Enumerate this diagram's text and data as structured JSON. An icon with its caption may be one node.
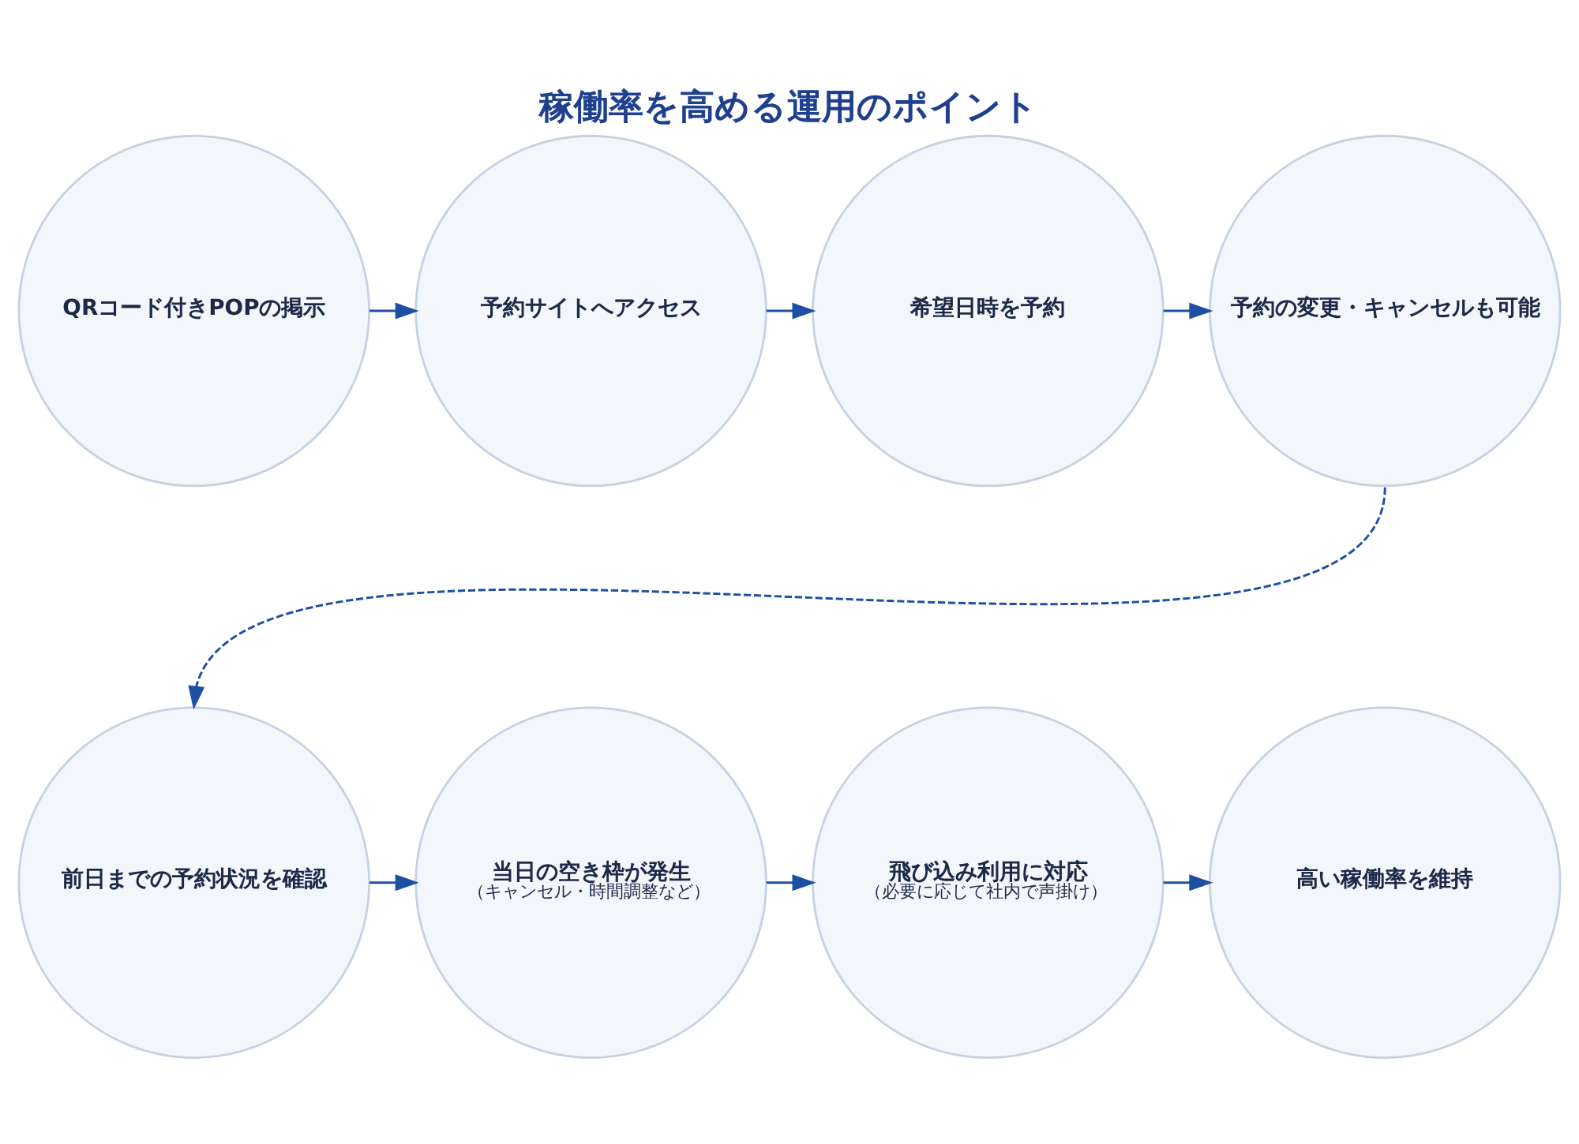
{
  "diagram": {
    "title": "稼働率を高める運用のポイント",
    "nodes": [
      {
        "text": [
          "QRコード付きPOPの掲示"
        ]
      },
      {
        "text": [
          "予約サイトへアクセス"
        ]
      },
      {
        "text": [
          "希望日時を予約"
        ]
      },
      {
        "text": [
          "予約の変更・キャンセルも可能"
        ]
      },
      {
        "text": [
          "前日までの予約状況を確認"
        ]
      },
      {
        "text": [
          "当日の空き枠が発生",
          "（キャンセル・時間調整など）"
        ]
      },
      {
        "text": [
          "飛び込み利用に対応",
          "（必要に応じて社内で声掛け）"
        ]
      },
      {
        "text": [
          "高い稼働率を維持"
        ]
      }
    ],
    "edges": [
      {
        "from": 0,
        "to": 1,
        "arrow": "to"
      },
      {
        "from": 1,
        "to": 2,
        "arrow": "to"
      },
      {
        "from": 2,
        "to": 3,
        "arrow": "to"
      },
      {
        "from": 3,
        "to": 4,
        "arrow": "to",
        "style": "dashed"
      },
      {
        "from": 4,
        "to": 5,
        "arrow": "to"
      },
      {
        "from": 5,
        "to": 6,
        "arrow": "to"
      },
      {
        "from": 6,
        "to": 7,
        "arrow": "to"
      }
    ]
  }
}
